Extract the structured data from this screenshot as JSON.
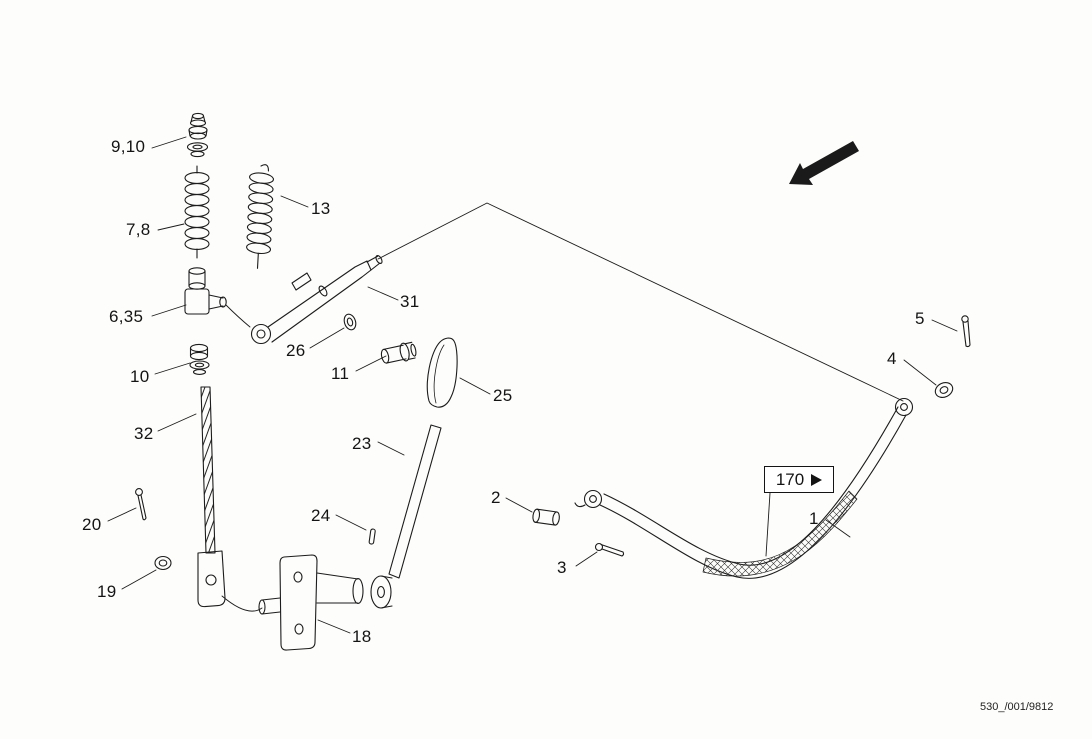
{
  "page": {
    "title": "Exploded parts diagram",
    "background": "#fdfdfb",
    "line_color": "#1c1c1c"
  },
  "labels": {
    "l9_10": "9,10",
    "l7_8": "7,8",
    "l13": "13",
    "l6_35": "6,35",
    "l26": "26",
    "l31": "31",
    "l10": "10",
    "l11": "11",
    "l25": "25",
    "l32": "32",
    "l23": "23",
    "l20": "20",
    "l24": "24",
    "l19": "19",
    "l18": "18",
    "l2": "2",
    "l3": "3",
    "l1": "1",
    "l4": "4",
    "l5": "5"
  },
  "callout": {
    "label": "170",
    "arrow_icon": "right-triangle"
  },
  "icons": {
    "direction_arrow": "thick-arrow-pointing-down-left"
  },
  "footer": {
    "reference": "530_/001/9812"
  }
}
